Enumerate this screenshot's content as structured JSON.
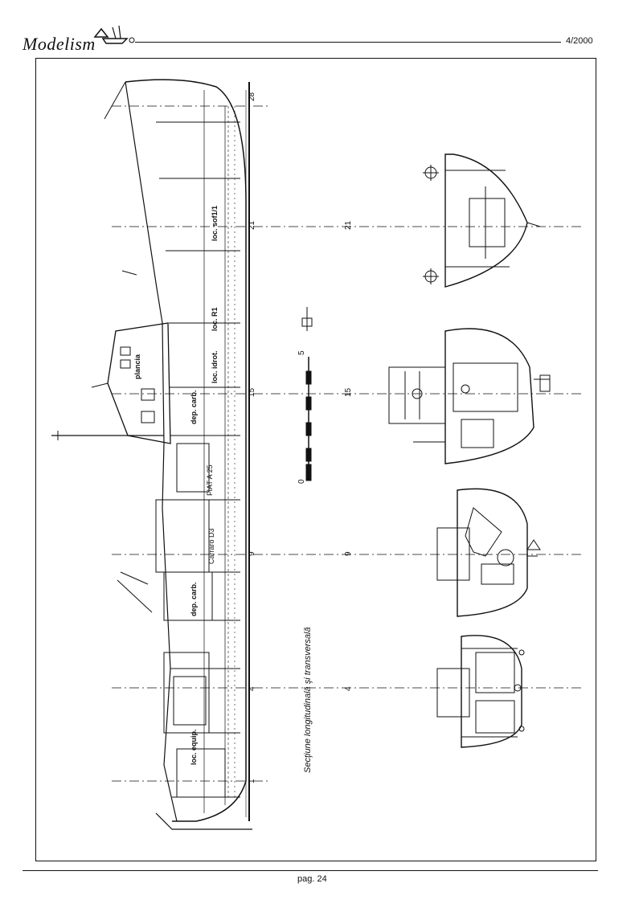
{
  "header": {
    "logo_text": "Modelism",
    "issue": "4/2000"
  },
  "drawing": {
    "caption": "Secţiune longitudinală şi transversală",
    "frame_numbers": [
      "28",
      "21",
      "15",
      "9",
      "4",
      "1"
    ],
    "section_numbers": [
      "21",
      "15",
      "9",
      "4"
    ],
    "scale_labels": [
      "5",
      "0"
    ],
    "room_labels": [
      "loc. sof1/1",
      "loc. R1",
      "loc. idrot.",
      "plancia",
      "dep. carb.",
      "FIAT A 25",
      "Carraro D3",
      "dep. carb.",
      "loc. equip."
    ]
  },
  "footer": {
    "page": "pag. 24"
  }
}
